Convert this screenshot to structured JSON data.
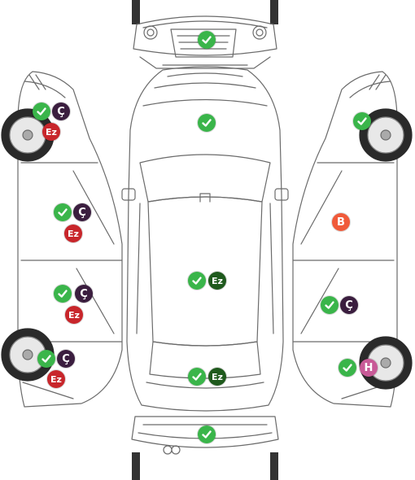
{
  "legend": {
    "ok": "ok",
    "c": "Ç",
    "ez": "Ez",
    "b": "B",
    "h": "H"
  },
  "colors": {
    "ok": "#3ab54a",
    "c": "#3b1e3f",
    "ez": "#c8262b",
    "ez_dark": "#1f5a1d",
    "b": "#f05a3a",
    "h": "#c85a97",
    "line": "#6b6b6b"
  },
  "panels": [
    {
      "part": "front-bumper",
      "marks": [
        "ok"
      ]
    },
    {
      "part": "hood",
      "marks": [
        "ok"
      ]
    },
    {
      "part": "roof",
      "marks": [
        "ok",
        "ez"
      ]
    },
    {
      "part": "trunk",
      "marks": [
        "ok",
        "ez"
      ]
    },
    {
      "part": "rear-bumper",
      "marks": [
        "ok"
      ]
    },
    {
      "part": "left-front-fender",
      "marks": [
        "ok",
        "c",
        "ez"
      ]
    },
    {
      "part": "left-front-door",
      "marks": [
        "ok",
        "c",
        "ez"
      ]
    },
    {
      "part": "left-rear-door",
      "marks": [
        "ok",
        "c",
        "ez"
      ]
    },
    {
      "part": "left-rear-fender",
      "marks": [
        "ok",
        "c",
        "ez"
      ]
    },
    {
      "part": "right-front-fender",
      "marks": [
        "ok"
      ]
    },
    {
      "part": "right-front-door",
      "marks": [
        "b"
      ]
    },
    {
      "part": "right-rear-door",
      "marks": [
        "ok",
        "c"
      ]
    },
    {
      "part": "right-rear-fender",
      "marks": [
        "ok",
        "h"
      ]
    }
  ]
}
